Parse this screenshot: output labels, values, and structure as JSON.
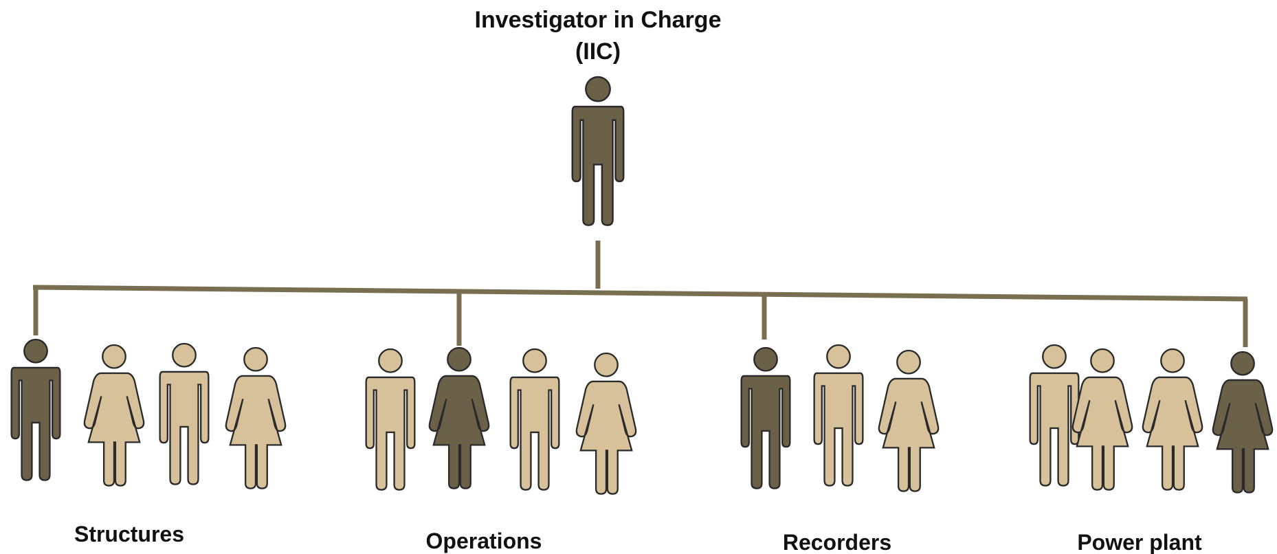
{
  "root": {
    "title_line1": "Investigator in Charge",
    "title_line2": "(IIC)",
    "figure": "male"
  },
  "colors": {
    "lead": "#6b6048",
    "member": "#d6c19a",
    "connector": "#7a6e51",
    "text": "#111111"
  },
  "groups": [
    {
      "label": "Structures",
      "members": [
        {
          "figure": "male",
          "role": "lead"
        },
        {
          "figure": "female",
          "role": "member"
        },
        {
          "figure": "male",
          "role": "member"
        },
        {
          "figure": "female",
          "role": "member"
        }
      ]
    },
    {
      "label": "Operations",
      "members": [
        {
          "figure": "male",
          "role": "member"
        },
        {
          "figure": "female",
          "role": "lead"
        },
        {
          "figure": "male",
          "role": "member"
        },
        {
          "figure": "female",
          "role": "member"
        }
      ]
    },
    {
      "label": "Recorders",
      "members": [
        {
          "figure": "male",
          "role": "lead"
        },
        {
          "figure": "male",
          "role": "member"
        },
        {
          "figure": "female",
          "role": "member"
        }
      ]
    },
    {
      "label": "Power plant",
      "members": [
        {
          "figure": "male",
          "role": "member"
        },
        {
          "figure": "female",
          "role": "member"
        },
        {
          "figure": "female",
          "role": "member"
        },
        {
          "figure": "female",
          "role": "lead"
        }
      ]
    }
  ]
}
